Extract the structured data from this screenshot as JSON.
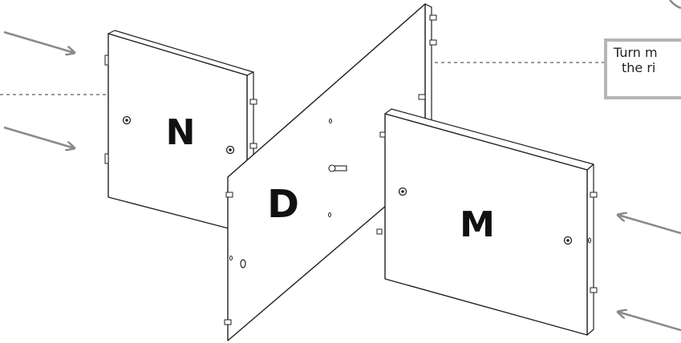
{
  "panels": {
    "n": {
      "label": "N"
    },
    "d": {
      "label": "D"
    },
    "m": {
      "label": "M"
    }
  },
  "note": {
    "line1": "Turn m",
    "line2": "the ri"
  },
  "colors": {
    "arrow": "#8a8a8a",
    "dotted_leader": "#9a9a9a",
    "note_border": "#b5b5b5",
    "panel_outline": "#222222"
  },
  "icons": {
    "arrow": "arrow-icon",
    "dowel": "wooden-dowel-icon",
    "cam_lock": "cam-lock-icon",
    "bolt": "connector-bolt-icon"
  }
}
